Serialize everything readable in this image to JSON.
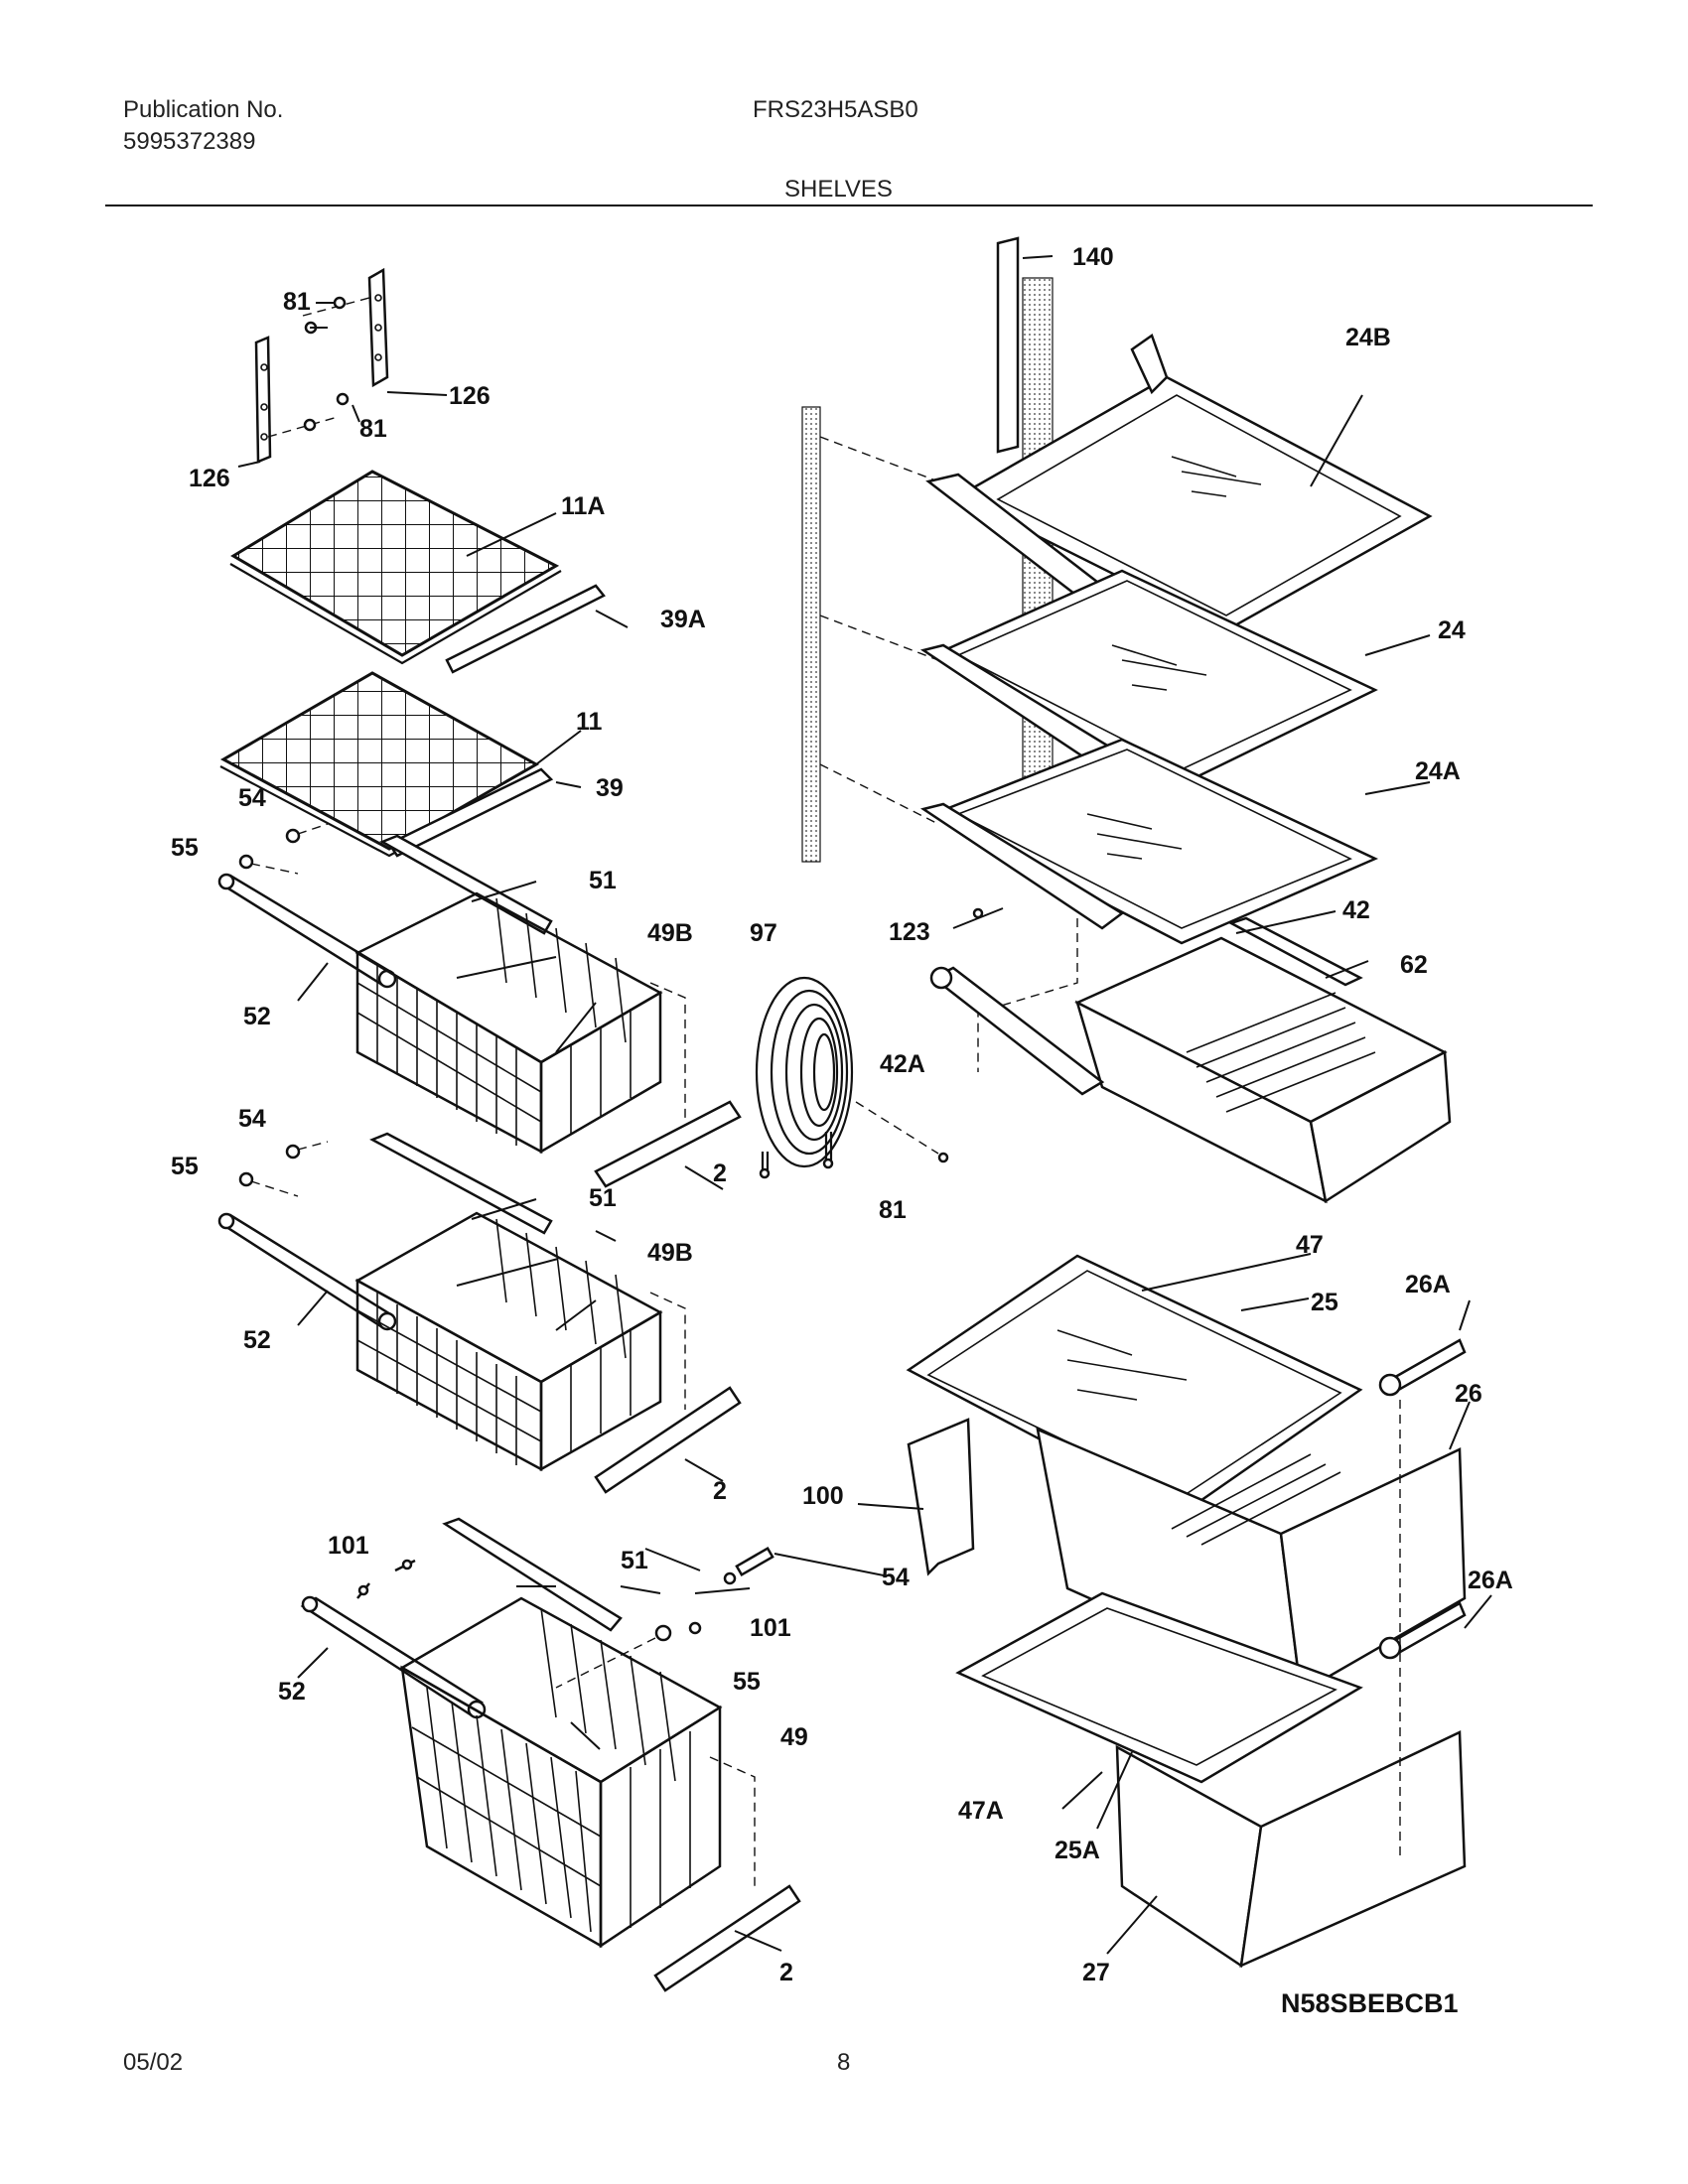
{
  "header": {
    "publication_label": "Publication No.",
    "publication_number": "5995372389",
    "model": "FRS23H5ASB0",
    "section_title": "SHELVES"
  },
  "diagram": {
    "code": "N58SBEBCB1",
    "labels": [
      "81",
      "126",
      "81",
      "126",
      "11A",
      "39A",
      "11",
      "39",
      "54",
      "55",
      "51",
      "49B",
      "52",
      "54",
      "55",
      "51",
      "49B",
      "52",
      "2",
      "2",
      "101",
      "51",
      "101",
      "54",
      "55",
      "52",
      "49",
      "2",
      "97",
      "81",
      "140",
      "24B",
      "24",
      "24A",
      "123",
      "42",
      "62",
      "42A",
      "47",
      "25",
      "26A",
      "26",
      "100",
      "26A",
      "47A",
      "25A",
      "27"
    ]
  },
  "footer": {
    "date": "05/02",
    "page": "8"
  }
}
